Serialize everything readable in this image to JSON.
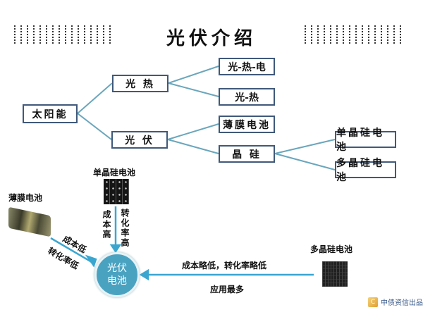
{
  "title": "光伏介绍",
  "tree": {
    "root": "太阳能",
    "level1": [
      "光 热",
      "光 伏"
    ],
    "guangre_children": [
      "光-热-电",
      "光-热"
    ],
    "guangfu_children": [
      "薄膜电池",
      "晶 硅"
    ],
    "jinggui_children": [
      "单晶硅电池",
      "多晶硅电池"
    ]
  },
  "bottom": {
    "center": "光伏\n电池",
    "center_line1": "光伏",
    "center_line2": "电池",
    "thin_film": {
      "label": "薄膜电池",
      "note1": "成本低",
      "note2": "转化率低"
    },
    "mono": {
      "label": "单晶硅电池",
      "note1": "成本高",
      "note2": "转化率高"
    },
    "poly": {
      "label": "多晶硅电池",
      "note1": "成本略低，转化率略低",
      "note2": "应用最多"
    }
  },
  "colors": {
    "box_border": "#40597a",
    "connector": "#6aa6bc",
    "arrow": "#3aa6d0",
    "circle": "#4aa2c1"
  },
  "watermark": "中债资信出品"
}
